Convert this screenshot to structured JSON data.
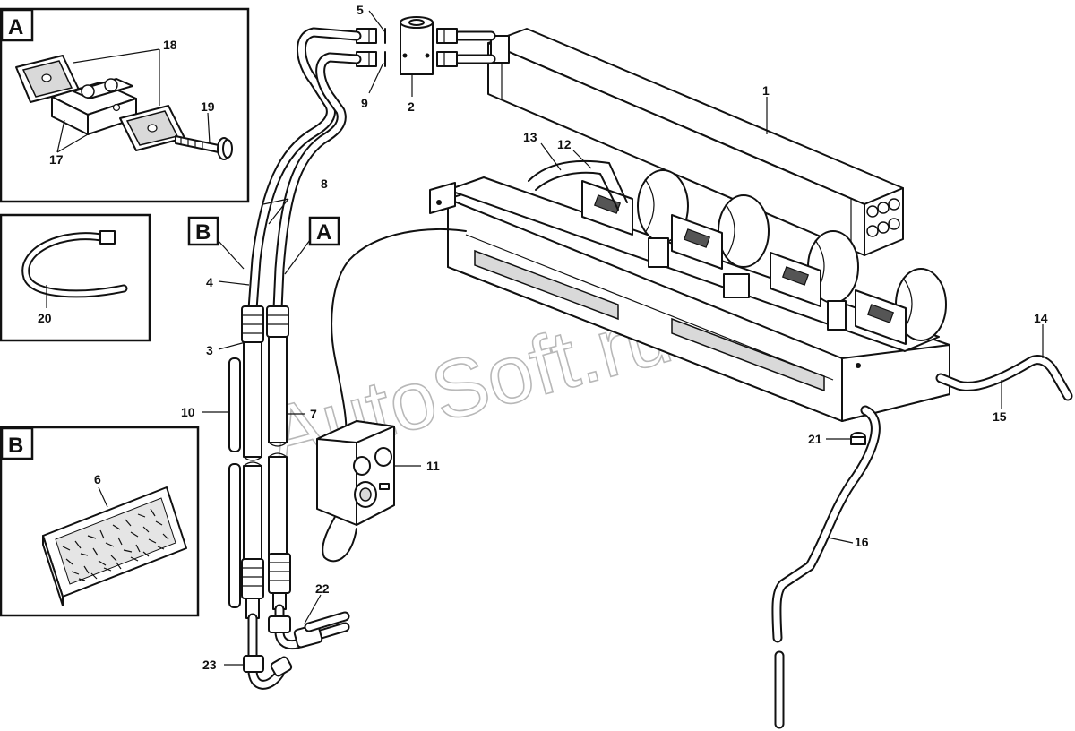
{
  "watermark": "AutoSoft.ru",
  "detail_tags": {
    "inset_a": "A",
    "inset_b": "B",
    "callout_a": "A",
    "callout_b": "B"
  },
  "part_labels": {
    "p1": "1",
    "p2": "2",
    "p3": "3",
    "p4": "4",
    "p5": "5",
    "p6": "6",
    "p7": "7",
    "p8": "8",
    "p9": "9",
    "p10": "10",
    "p11": "11",
    "p12": "12",
    "p13": "13",
    "p14": "14",
    "p15": "15",
    "p16": "16",
    "p17": "17",
    "p18": "18",
    "p19": "19",
    "p20": "20",
    "p21": "21",
    "p22": "22",
    "p23": "23"
  }
}
